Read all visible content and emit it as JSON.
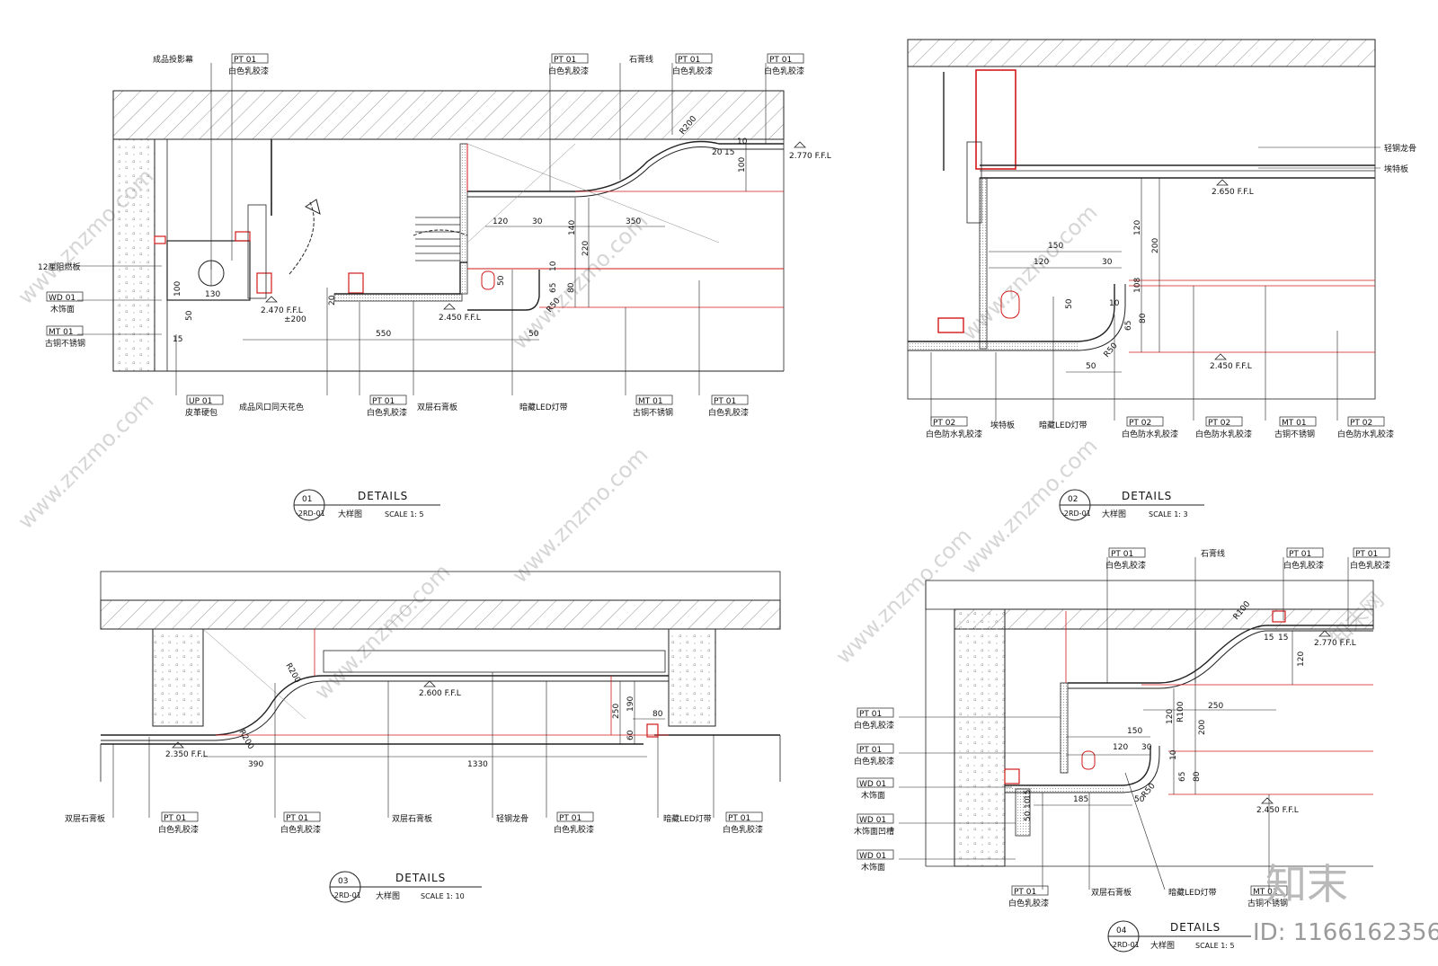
{
  "watermarks": {
    "site": "www.znzmo.com",
    "brand": "知末",
    "brand_left": "知末网",
    "id_text": "ID: 1166162356"
  },
  "details": [
    {
      "num": "01",
      "ref": "-2RD-01",
      "title": "DETAILS",
      "subtitle": "大样图",
      "scale": "SCALE 1: 5",
      "tags": [
        {
          "code": "PT 01",
          "text": "白色乳胶漆"
        },
        {
          "code": "PT 01",
          "text": "白色乳胶漆"
        },
        {
          "code": "PT 01",
          "text": "白色乳胶漆"
        },
        {
          "code": "PT 01",
          "text": "白色乳胶漆"
        },
        {
          "code": "WD 01",
          "text": "木饰面"
        },
        {
          "code": "MT 01",
          "text": "古铜不锈钢"
        },
        {
          "code": "UP 01",
          "text": "皮革硬包"
        },
        {
          "code": "PT 01",
          "text": "白色乳胶漆"
        },
        {
          "code": "MT 01",
          "text": "古铜不锈钢"
        },
        {
          "code": "PT 01",
          "text": "白色乳胶漆"
        }
      ],
      "notes": [
        "成品投影幕",
        "石膏线",
        "12厘阻燃板",
        "成品风口同天花色",
        "双层石膏板",
        "暗藏LED灯带"
      ],
      "levels": [
        "2.770 F.F.L",
        "2.470 F.F.L",
        "2.450 F.F.L"
      ],
      "dims": [
        "20",
        "15",
        "10",
        "100",
        "R200",
        "120",
        "30",
        "350",
        "140",
        "220",
        "100",
        "130",
        "50",
        "15",
        "±200",
        "20",
        "550",
        "50",
        "50",
        "10",
        "65",
        "80",
        "R50"
      ]
    },
    {
      "num": "02",
      "ref": "-2RD-01",
      "title": "DETAILS",
      "subtitle": "大样图",
      "scale": "SCALE 1: 3",
      "tags": [
        {
          "code": "PT 02",
          "text": "白色防水乳胶漆"
        },
        {
          "code": "PT 02",
          "text": "白色防水乳胶漆"
        },
        {
          "code": "PT 02",
          "text": "白色防水乳胶漆"
        },
        {
          "code": "MT 01",
          "text": "古铜不锈钢"
        },
        {
          "code": "PT 02",
          "text": "白色防水乳胶漆"
        }
      ],
      "notes": [
        "轻钢龙骨",
        "埃特板",
        "埃特板",
        "暗藏LED灯带"
      ],
      "levels": [
        "2.650 F.F.L",
        "2.450 F.F.L"
      ],
      "dims": [
        "150",
        "120",
        "30",
        "120",
        "200",
        "108",
        "10",
        "50",
        "65",
        "80",
        "R50",
        "50"
      ]
    },
    {
      "num": "03",
      "ref": "-2RD-01",
      "title": "DETAILS",
      "subtitle": "大样图",
      "scale": "SCALE 1: 10",
      "tags": [
        {
          "code": "PT 01",
          "text": "白色乳胶漆"
        },
        {
          "code": "PT 01",
          "text": "白色乳胶漆"
        },
        {
          "code": "PT 01",
          "text": "白色乳胶漆"
        },
        {
          "code": "PT 01",
          "text": "白色乳胶漆"
        }
      ],
      "notes": [
        "双层石膏板",
        "双层石膏板",
        "轻钢龙骨",
        "暗藏LED灯带"
      ],
      "levels": [
        "2.600 F.F.L",
        "2.350 F.F.L"
      ],
      "dims": [
        "R200",
        "R200",
        "250",
        "190",
        "80",
        "60",
        "390",
        "1330"
      ]
    },
    {
      "num": "04",
      "ref": "-2RD-01",
      "title": "DETAILS",
      "subtitle": "大样图",
      "scale": "SCALE 1: 5",
      "tags": [
        {
          "code": "PT 01",
          "text": "白色乳胶漆"
        },
        {
          "code": "PT 01",
          "text": "白色乳胶漆"
        },
        {
          "code": "PT 01",
          "text": "白色乳胶漆"
        },
        {
          "code": "PT 01",
          "text": "白色乳胶漆"
        },
        {
          "code": "PT 01",
          "text": "白色乳胶漆"
        },
        {
          "code": "WD 01",
          "text": "木饰面"
        },
        {
          "code": "WD 01",
          "text": "木饰面凹槽"
        },
        {
          "code": "WD 01",
          "text": "木饰面"
        },
        {
          "code": "PT 01",
          "text": "白色乳胶漆"
        },
        {
          "code": "MT 01",
          "text": "古铜不锈钢"
        }
      ],
      "notes": [
        "石膏线",
        "双层石膏板",
        "暗藏LED灯带"
      ],
      "levels": [
        "2.770 F.F.L",
        "2.450 F.F.L"
      ],
      "dims": [
        "R100",
        "15",
        "15",
        "120",
        "R100",
        "120",
        "250",
        "200",
        "150",
        "120",
        "30",
        "185",
        "50",
        "10",
        "65",
        "80",
        "R50",
        "15",
        "10",
        "50"
      ]
    }
  ]
}
